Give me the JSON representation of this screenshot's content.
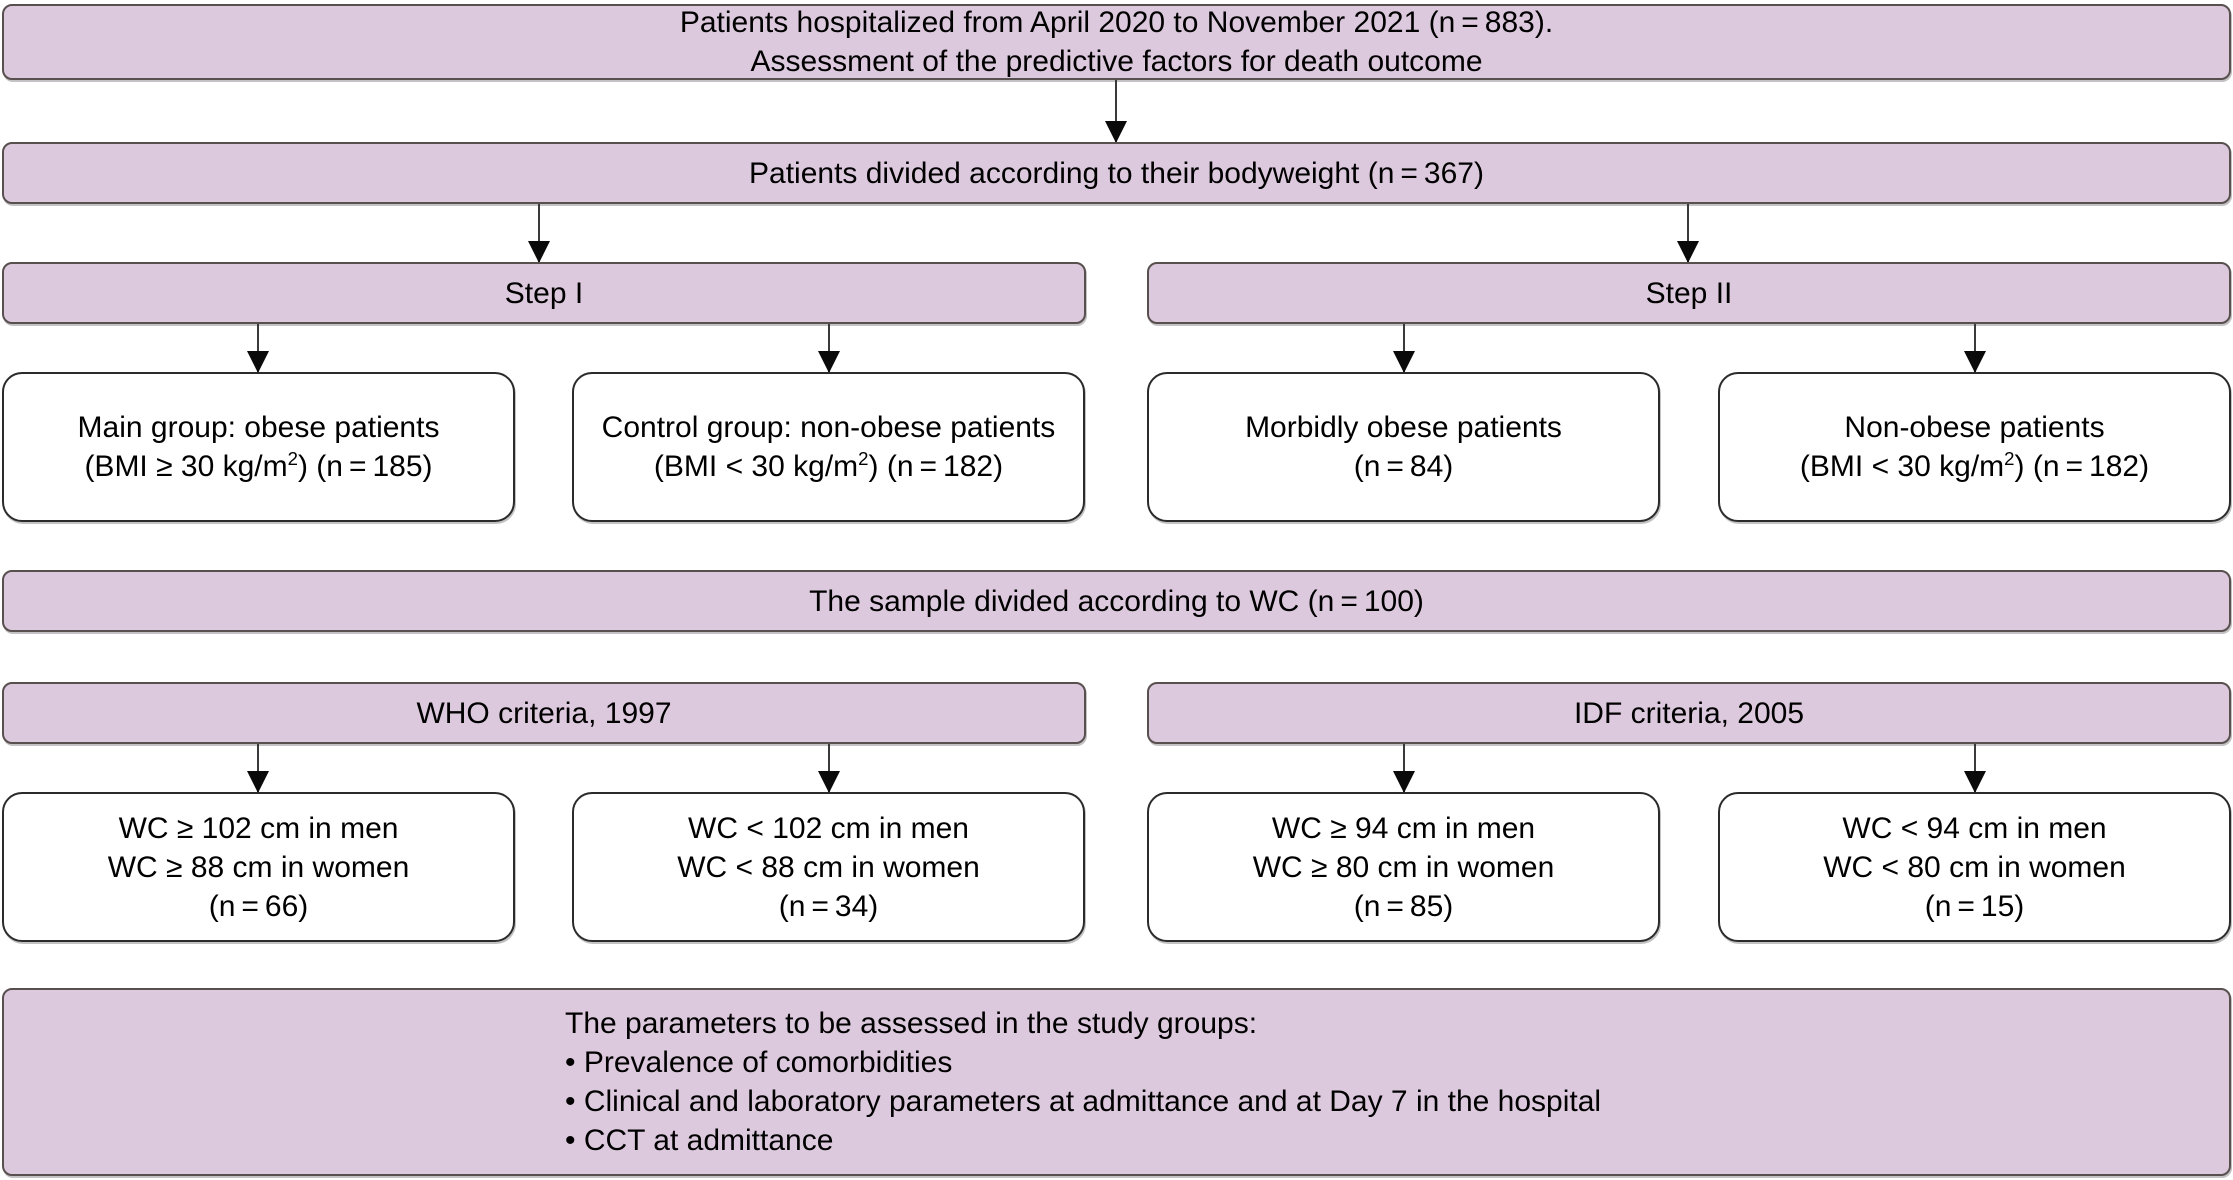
{
  "diagram": {
    "title": "Study flow diagram of patient selection and assessment",
    "palette": {
      "box_fill_purple": "#ddc9dd",
      "box_fill_white": "#ffffff",
      "box_border_purple": "#58504f",
      "box_border_white": "#2b2b2b",
      "text": "#000000",
      "arrow": "#0a0a0a",
      "page_background": "#ffffff"
    },
    "nodes": {
      "cohort": {
        "line1": "Patients hospitalized from April 2020 to November 2021 (n = 883).",
        "line2": "Assessment of the predictive factors for death outcome"
      },
      "divided_bodyweight": {
        "line1": "Patients divided according to their bodyweight (n = 367)"
      },
      "step1_header": {
        "line1": "Step I"
      },
      "step2_header": {
        "line1": "Step II"
      },
      "main_group": {
        "line1": "Main group: obese patients",
        "line2_pre": "(BMI ≥ 30 kg/m",
        "line2_sup": "2",
        "line2_post": ") (n = 185)"
      },
      "control_group": {
        "line1": "Control group: non-obese patients",
        "line2_pre": "(BMI < 30 kg/m",
        "line2_sup": "2",
        "line2_post": ") (n = 182)"
      },
      "morbidly_obese": {
        "line1": "Morbidly obese patients",
        "line2": "(n = 84)"
      },
      "non_obese": {
        "line1": "Non-obese patients",
        "line2_pre": "(BMI < 30 kg/m",
        "line2_sup": "2",
        "line2_post": ") (n = 182)"
      },
      "divided_wc": {
        "line1": "The sample divided according to WC (n = 100)"
      },
      "who_header": {
        "line1": "WHO criteria, 1997"
      },
      "idf_header": {
        "line1": "IDF criteria, 2005"
      },
      "who_high": {
        "line1": "WC ≥ 102 cm in men",
        "line2": "WC ≥ 88 cm in women",
        "line3": "(n = 66)"
      },
      "who_low": {
        "line1": "WC < 102 cm in men",
        "line2": "WC < 88 cm in women",
        "line3": "(n = 34)"
      },
      "idf_high": {
        "line1": "WC ≥ 94 cm in men",
        "line2": "WC ≥ 80 cm in women",
        "line3": "(n = 85)"
      },
      "idf_low": {
        "line1": "WC < 94 cm in men",
        "line2": "WC < 80 cm in women",
        "line3": "(n = 15)"
      },
      "parameters": {
        "heading": "The parameters to be assessed in the study groups:",
        "bullet1": "• Prevalence of comorbidities",
        "bullet2": "• Clinical and laboratory parameters at admittance and at Day 7 in the hospital",
        "bullet3": "• CCT at admittance"
      }
    },
    "edges": [
      {
        "from": "cohort",
        "to": "divided_bodyweight"
      },
      {
        "from": "divided_bodyweight",
        "to": "step1_header"
      },
      {
        "from": "divided_bodyweight",
        "to": "step2_header"
      },
      {
        "from": "step1_header",
        "to": "main_group"
      },
      {
        "from": "step1_header",
        "to": "control_group"
      },
      {
        "from": "step2_header",
        "to": "morbidly_obese"
      },
      {
        "from": "step2_header",
        "to": "non_obese"
      },
      {
        "from": "who_header",
        "to": "who_high"
      },
      {
        "from": "who_header",
        "to": "who_low"
      },
      {
        "from": "idf_header",
        "to": "idf_high"
      },
      {
        "from": "idf_header",
        "to": "idf_low"
      }
    ]
  }
}
